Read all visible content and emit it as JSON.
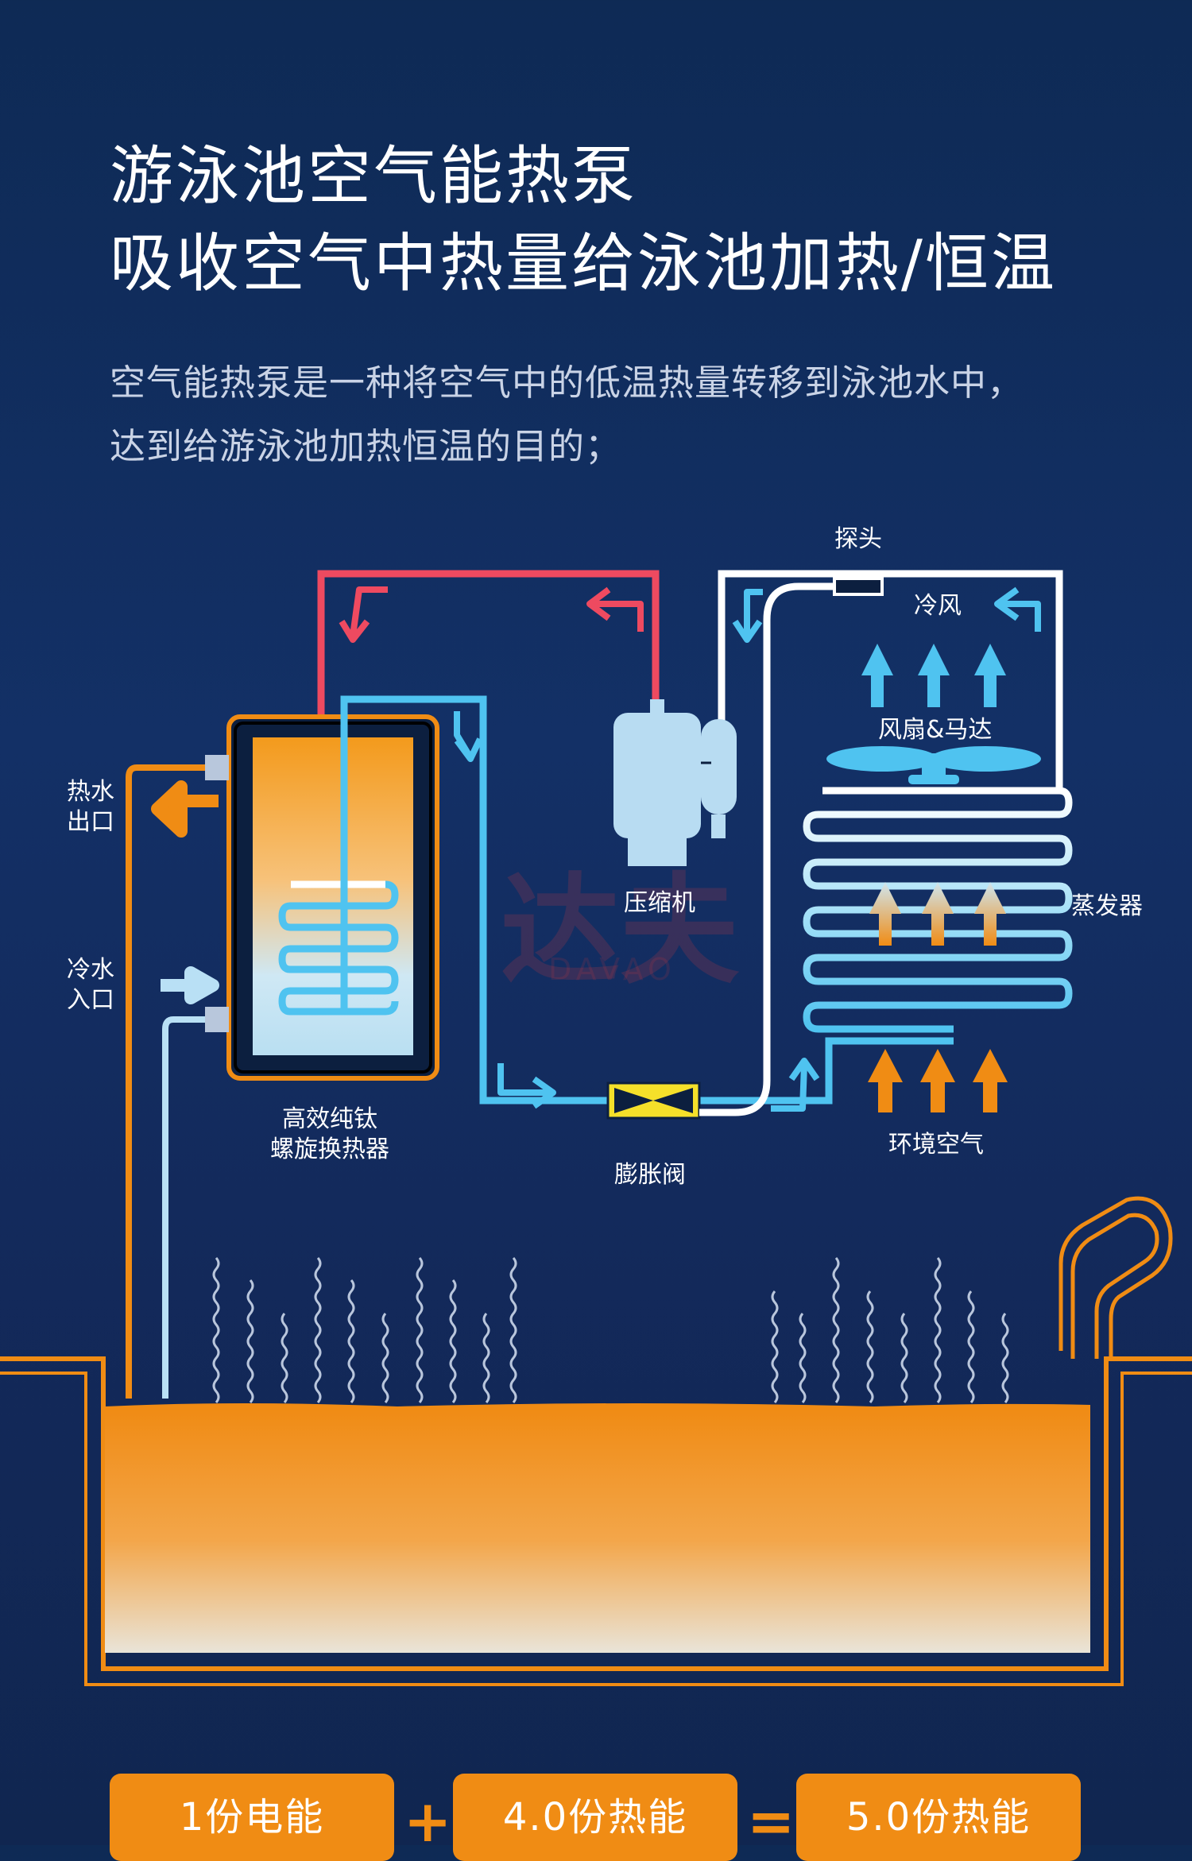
{
  "header": {
    "title_line1": "游泳池空气能热泵",
    "title_line2": "吸收空气中热量给泳池加热/恒温",
    "desc_line1": "空气能热泵是一种将空气中的低温热量转移到泳池水中，",
    "desc_line2": "达到给游泳池加热恒温的目的；"
  },
  "diagram": {
    "probe": "探头",
    "cold_wind": "冷风",
    "fan_motor": "风扇&马达",
    "compressor": "压缩机",
    "evaporator": "蒸发器",
    "ambient_air": "环境空气",
    "expansion_valve": "膨胀阀",
    "exchanger_line1": "高效纯钛",
    "exchanger_line2": "螺旋换热器",
    "hot_out_line1": "热水",
    "hot_out_line2": "出口",
    "cold_in_line1": "冷水",
    "cold_in_line2": "入口",
    "watermark": "达夫",
    "watermark_sub": "DAVAO"
  },
  "equation": {
    "part1": "1份电能",
    "plus": "+",
    "part2": "4.0份热能",
    "equals": "=",
    "result": "5.0份热能"
  },
  "colors": {
    "hot": "#ee4a60",
    "cold": "#4fc3f0",
    "orange": "#f08c14",
    "white_pipe": "#ffffff",
    "background": "#133066"
  }
}
